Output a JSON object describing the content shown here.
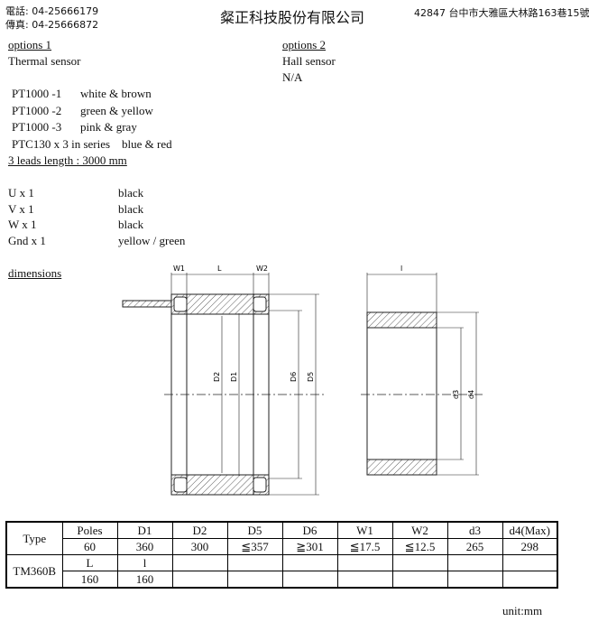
{
  "header": {
    "phone": "電話: 04-25666179",
    "fax": "傳真: 04-25666872",
    "company": "粲正科技股份有限公司",
    "address": "42847  台中市大雅區大林路163巷15號"
  },
  "options1": {
    "heading": "options 1",
    "subtitle": "Thermal sensor",
    "sensors": [
      {
        "name": "PT1000 -1",
        "color": "white & brown"
      },
      {
        "name": "PT1000 -2",
        "color": "green & yellow"
      },
      {
        "name": "PT1000 -3",
        "color": "pink & gray"
      },
      {
        "name": "PTC130 x 3 in series",
        "color": "blue & red"
      }
    ],
    "leads": "3 leads length : 3000 mm"
  },
  "options2": {
    "heading": "options 2",
    "subtitle": "Hall sensor",
    "value": "N/A"
  },
  "wires": [
    {
      "name": "U x 1",
      "color": "black"
    },
    {
      "name": "V x 1",
      "color": "black"
    },
    {
      "name": "W x 1",
      "color": "black"
    },
    {
      "name": "Gnd x 1",
      "color": "yellow / green"
    }
  ],
  "dimensions": {
    "heading": "dimensions",
    "labels": {
      "w1": "W1",
      "l": "L",
      "w2": "W2",
      "l_right": "l",
      "d2": "D2",
      "d1": "D1",
      "d6": "D6",
      "d5": "D5",
      "d3": "d3",
      "d4": "d4"
    }
  },
  "table": {
    "type_label": "Type",
    "model": "TM360B",
    "headers": [
      "Poles",
      "D1",
      "D2",
      "D5",
      "D6",
      "W1",
      "W2",
      "d3",
      "d4(Max)"
    ],
    "values": [
      "60",
      "360",
      "300",
      "≦357",
      "≧301",
      "≦17.5",
      "≦12.5",
      "265",
      "298"
    ],
    "headers2": [
      "L",
      "l"
    ],
    "values2": [
      "160",
      "160"
    ]
  },
  "unit": "unit:mm"
}
